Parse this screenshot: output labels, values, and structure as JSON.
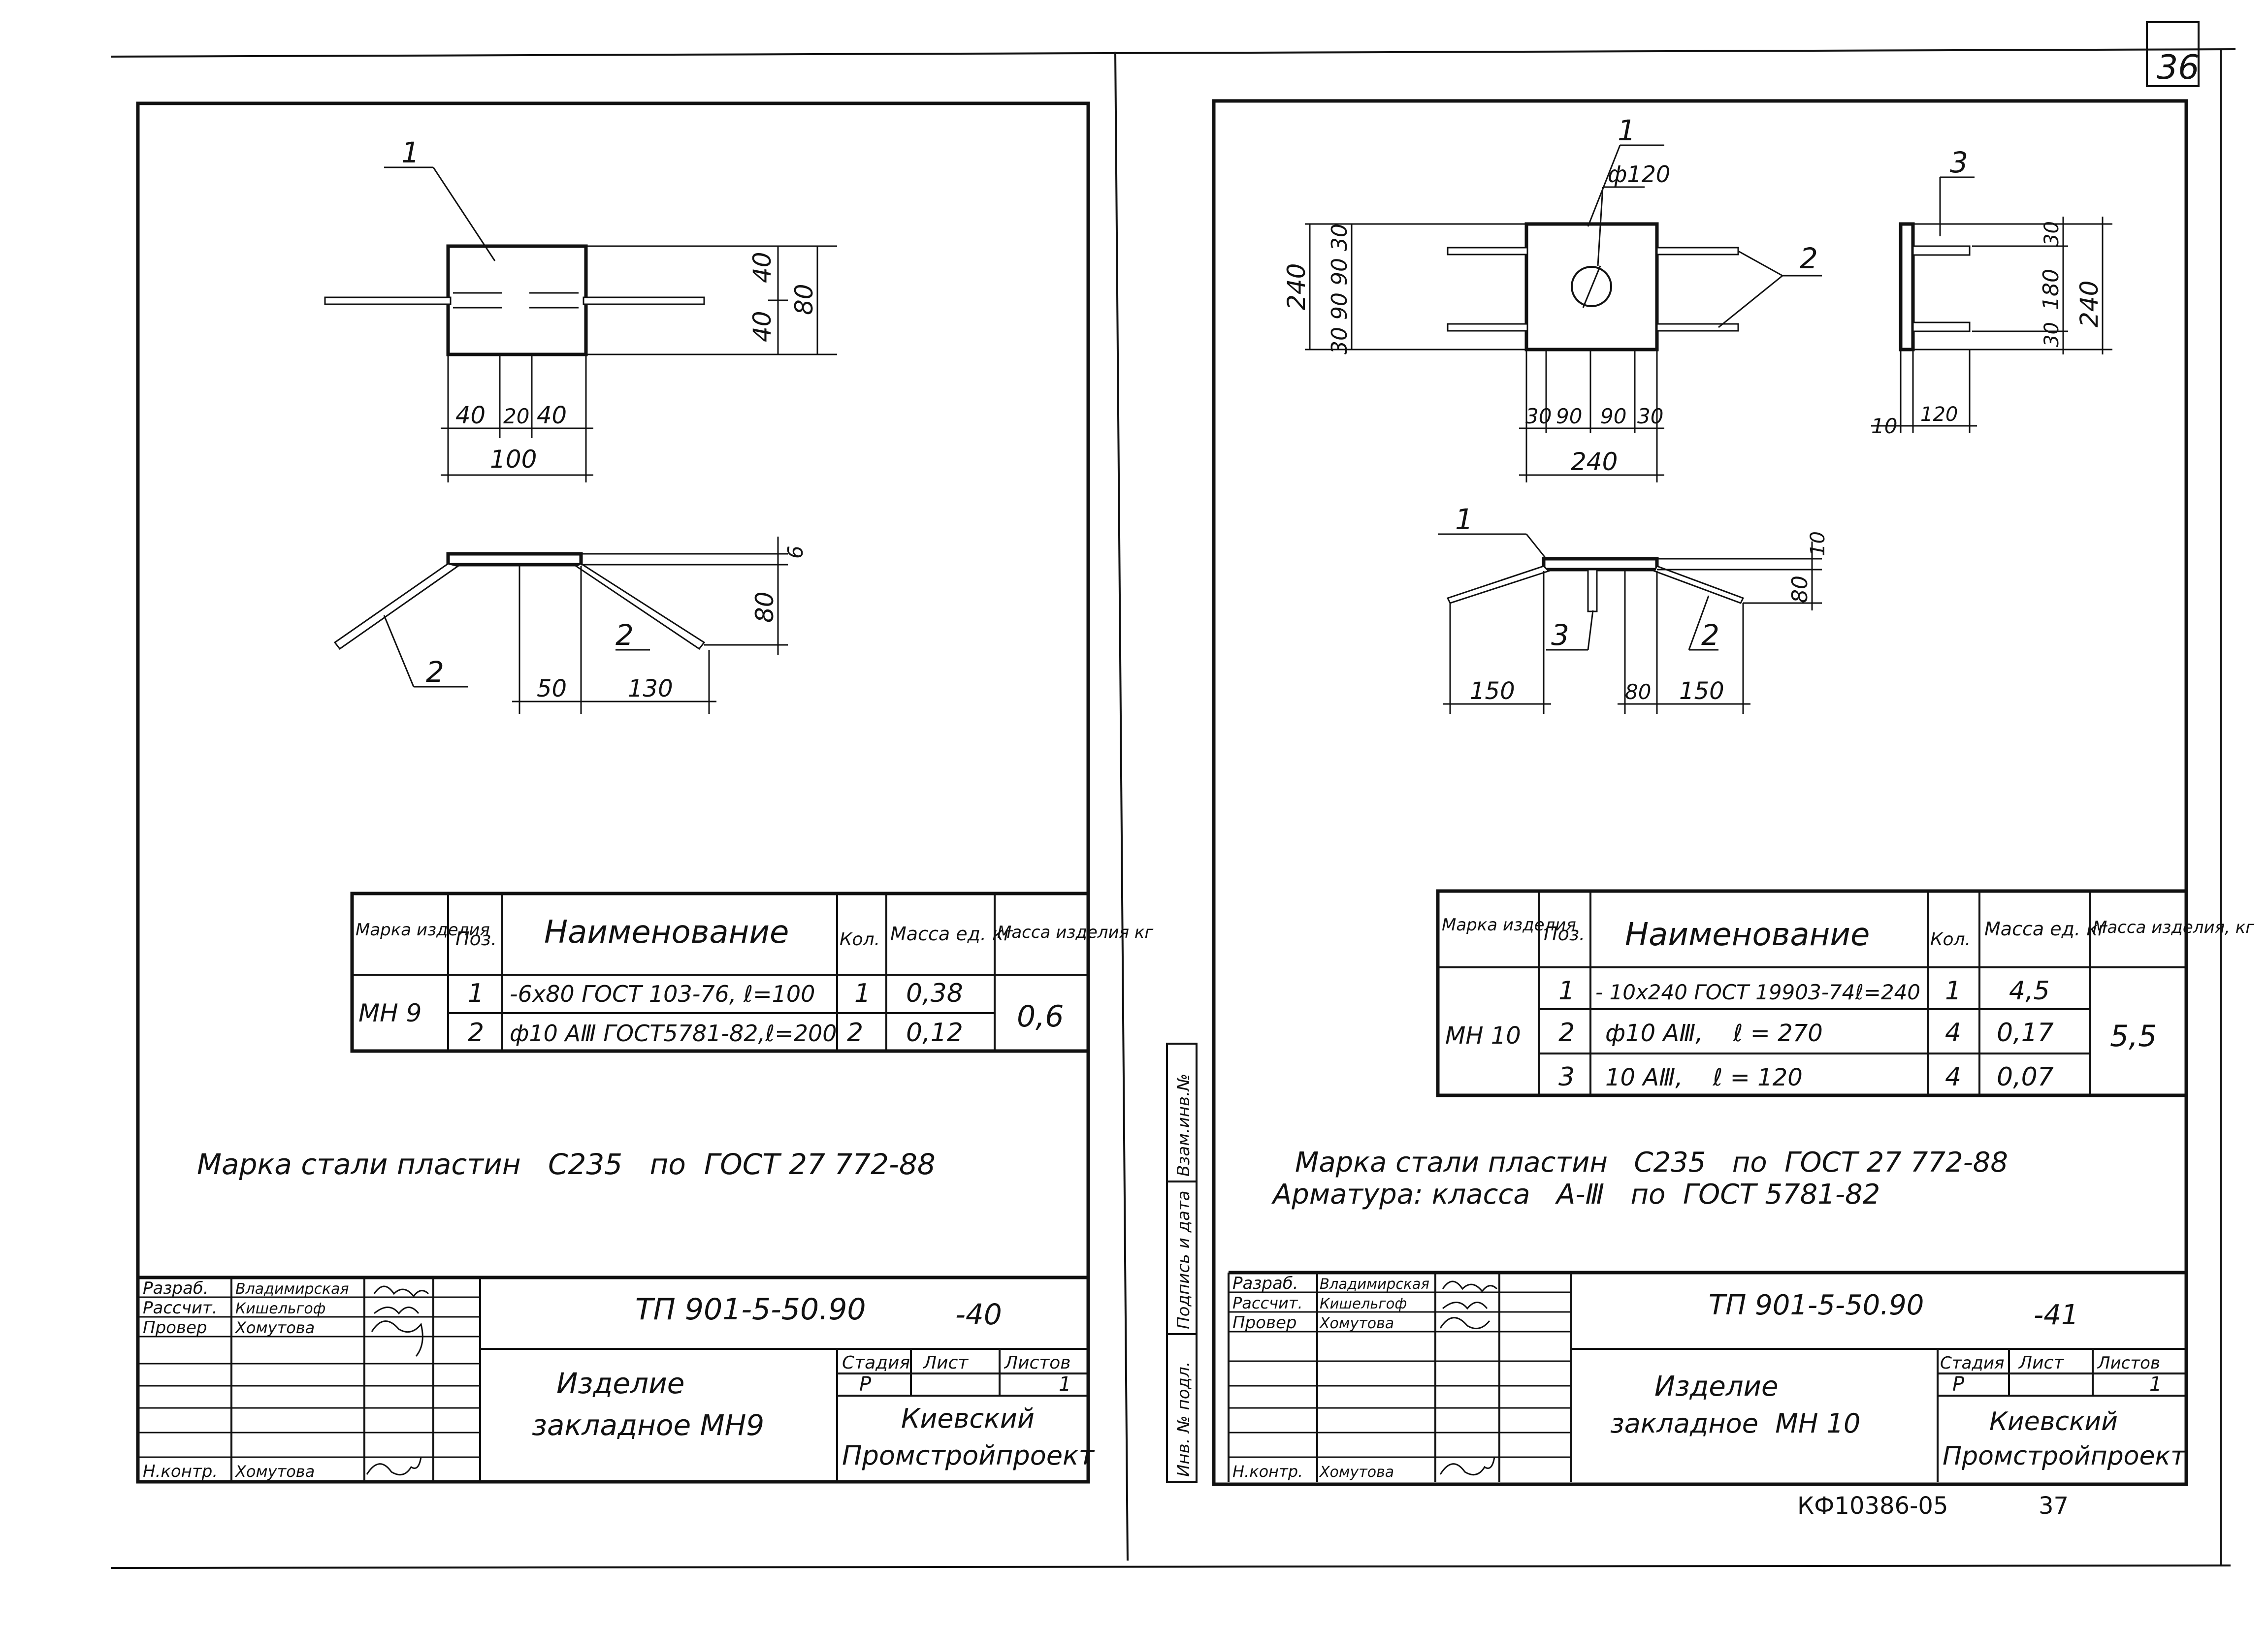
{
  "page_number": "36",
  "bottom_code": "КФ10386-05",
  "bottom_sheet": "37",
  "left": {
    "plan": {
      "pos1": "1",
      "d40a": "40",
      "d40b": "40",
      "d80": "80",
      "d_40a": "40",
      "d_20": "20",
      "d_40b": "40",
      "d100": "100"
    },
    "side": {
      "d6": "6",
      "d80": "80",
      "pos2a": "2",
      "pos2b": "2",
      "d50": "50",
      "d130": "130"
    },
    "spec": {
      "headers": [
        "Марка изделия",
        "Поз.",
        "Наименование",
        "Кол.",
        "Масса ед. кг",
        "Масса изделия кг"
      ],
      "mark": "МН 9",
      "rows": [
        {
          "pos": "1",
          "name": "-6х80 ГОСТ 103-76, ℓ=100",
          "qty": "1",
          "mass": "0,38"
        },
        {
          "pos": "2",
          "name": "ф10 АⅢ ГОСТ5781-82,ℓ=200",
          "qty": "2",
          "mass": "0,12"
        }
      ],
      "total": "0,6"
    },
    "notes": [
      "Марка стали пластин   С235   по  ГОСТ 27 772-88"
    ],
    "title_block": {
      "roles": [
        "Разраб.",
        "Рассчит.",
        "Провер",
        "",
        "",
        "",
        "Н.контр."
      ],
      "names": [
        "Владимирская",
        "Кишельгоф",
        "Хомутова",
        "",
        "",
        "",
        "Хомутова"
      ],
      "doc": "ТП 901-5-50.90",
      "sheet_code": "-40",
      "title_line1": "Изделие",
      "title_line2": "закладное МН9",
      "stage_header": "Стадия",
      "list_header": "Лист",
      "lists_header": "Листов",
      "stage": "Р",
      "list": "",
      "lists": "1",
      "org_line1": "Киевский",
      "org_line2": "Промстройпроект"
    }
  },
  "right": {
    "plan": {
      "pos1": "1",
      "dia": "ф120",
      "pos2": "2",
      "d240": "240",
      "dims_v": "30 90 90 30",
      "dims_h": [
        "30",
        "90",
        "90",
        "30"
      ],
      "d240h": "240"
    },
    "section": {
      "pos3": "3",
      "d30a": "30",
      "d180": "180",
      "d30b": "30",
      "d240": "240",
      "d10": "10",
      "d120": "120"
    },
    "side": {
      "pos1": "1",
      "pos3": "3",
      "pos2": "2",
      "d10": "10",
      "d80": "80",
      "d150a": "150",
      "d80b": "80",
      "d150b": "150"
    },
    "spec": {
      "headers": [
        "Марка изделия",
        "Поз.",
        "Наименование",
        "Кол.",
        "Масса ед. кг",
        "Масса изделия, кг"
      ],
      "mark": "МН 10",
      "rows": [
        {
          "pos": "1",
          "name": "- 10х240 ГОСТ 19903-74ℓ=240",
          "qty": "1",
          "mass": "4,5"
        },
        {
          "pos": "2",
          "name": "ф10 АⅢ,    ℓ = 270",
          "qty": "4",
          "mass": "0,17"
        },
        {
          "pos": "3",
          "name": "10 АⅢ,    ℓ = 120",
          "qty": "4",
          "mass": "0,07"
        }
      ],
      "total": "5,5"
    },
    "notes": [
      "Марка стали пластин   С235   по  ГОСТ 27 772-88",
      "Арматура: класса   А-Ⅲ   по  ГОСТ 5781-82"
    ],
    "stamp_cols": [
      "Инв. № подл.",
      "Подпись и дата",
      "Взам.инв.№"
    ],
    "title_block": {
      "roles": [
        "Разраб.",
        "Рассчит.",
        "Провер",
        "",
        "",
        "",
        "Н.контр."
      ],
      "names": [
        "Владимирская",
        "Кишельгоф",
        "Хомутова",
        "",
        "",
        "",
        "Хомутова"
      ],
      "doc": "ТП 901-5-50.90",
      "sheet_code": "-41",
      "title_line1": "Изделие",
      "title_line2": "закладное  МН 10",
      "stage_header": "Стадия",
      "list_header": "Лист",
      "lists_header": "Листов",
      "stage": "Р",
      "list": "",
      "lists": "1",
      "org_line1": "Киевский",
      "org_line2": "Промстройпроект"
    }
  }
}
